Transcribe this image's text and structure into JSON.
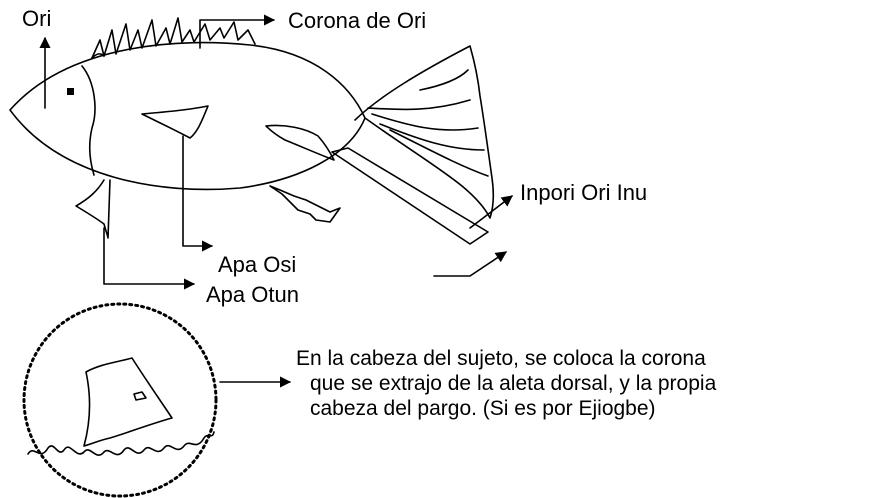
{
  "labels": {
    "ori": "Ori",
    "corona": "Corona de Ori",
    "inpori": "Inpori Ori Inu",
    "apa_osi": "Apa Osi",
    "apa_otun": "Apa Otun"
  },
  "note": {
    "line1": "En la cabeza del sujeto, se coloca la corona",
    "line2": "que se extrajo de  la aleta dorsal, y la propia",
    "line3": "cabeza del pargo. (Si es por Ejiogbe)"
  }
}
